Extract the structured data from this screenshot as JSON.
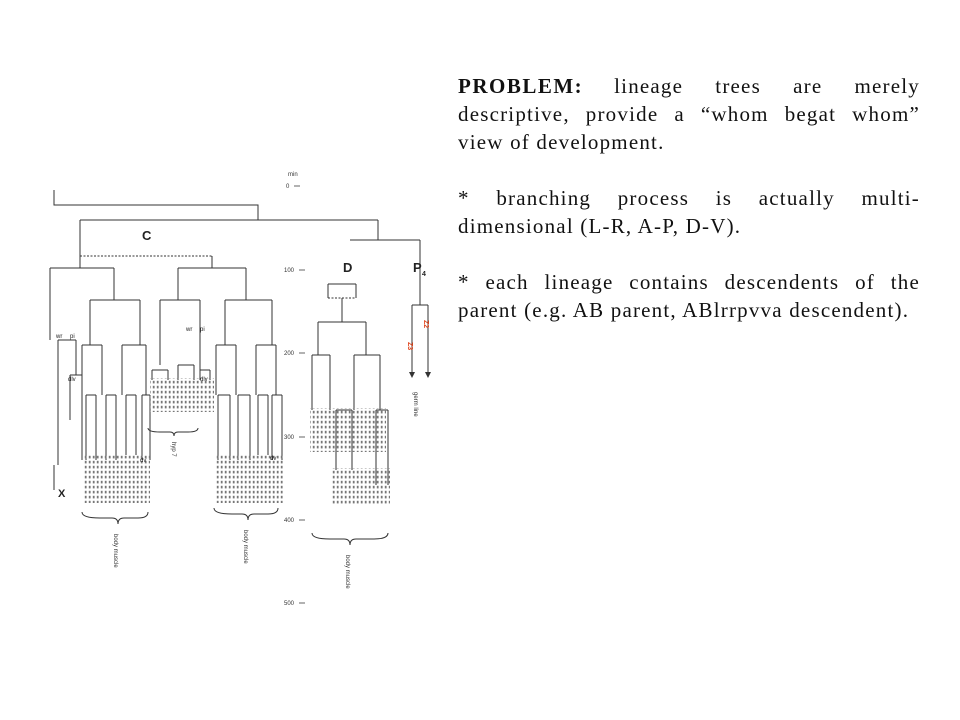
{
  "diagram": {
    "time_axis": {
      "unit_label": "min",
      "ticks": [
        "0",
        "100",
        "200",
        "300",
        "400",
        "500"
      ]
    },
    "node_labels": {
      "C": "C",
      "D": "D",
      "P4": "P",
      "P4_sub": "4"
    },
    "branch_labels": {
      "wr": "wr",
      "pi": "pi",
      "dlv": "dlv",
      "dv": "dv"
    },
    "leaf_groups": {
      "body_muscle": "body muscle",
      "hyp": "hyp 7",
      "z2": "Z2",
      "z3": "Z3",
      "germ_line": "germ line",
      "cell_death": "X"
    },
    "accent_color": "#e0451c"
  },
  "text": {
    "problem_heading": "PROBLEM:",
    "problem_body": "lineage trees are merely descriptive, provide a “whom begat whom” view of development.",
    "bullet_1": "* branching process is actually multi-dimensional (L-R, A-P, D-V).",
    "bullet_2": "* each lineage contains descendents of the parent (e.g. AB parent, ABlrrpvva descendent)."
  }
}
